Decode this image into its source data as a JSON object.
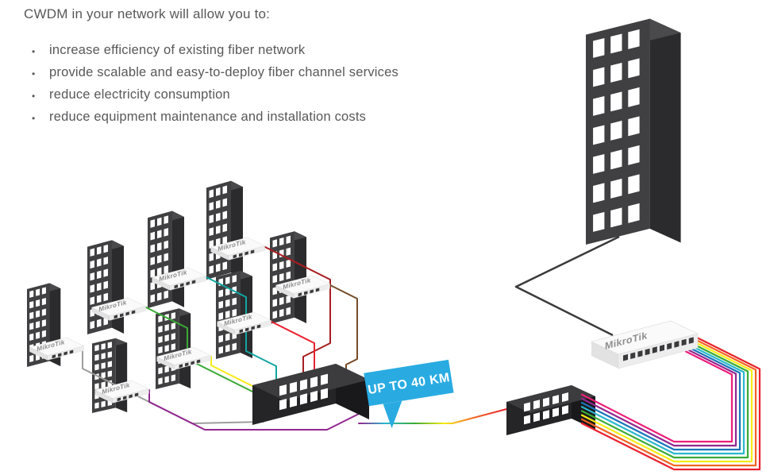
{
  "header": {
    "title": "CWDM in your network will allow you to:",
    "bullets": [
      "increase efficiency of existing fiber network",
      "provide scalable and easy-to-deploy fiber channel services",
      "reduce electricity consumption",
      "reduce equipment maintenance and installation costs"
    ]
  },
  "diagram": {
    "brand": "MikroTik",
    "distance_badge": "UP TO 40 KM",
    "colors": {
      "text": "#58585a",
      "background": "#ffffff",
      "building_front": "#404042",
      "building_side": "#2b2b2d",
      "building_roof": "#4a4a4c",
      "window": "#ffffff",
      "device_top": "#fafafa",
      "device_side": "#e2e2e2",
      "device_text": "#8f8f91",
      "mux_front": "#252527",
      "mux_side": "#19191b",
      "mux_top": "#3c3c3e",
      "port": "#ffffff",
      "badge": "#29abe2",
      "badge_text": "#ffffff",
      "link_dark": "#3a3a3c",
      "fiber": [
        "#e8212e",
        "#f26522",
        "#f7ec13",
        "#3aaa35",
        "#29b8ce",
        "#1b75bb",
        "#93278f",
        "#ed1e79"
      ],
      "cluster_fibers": [
        "#9d9d9c",
        "#93278f",
        "#3aaa35",
        "#12a5a0",
        "#a81d22",
        "#e8212e",
        "#f7ec13",
        "#754c29"
      ],
      "trunk_gradient": [
        "#93278f",
        "#29b8ce",
        "#3aaa35",
        "#f7ec13",
        "#f26522",
        "#e8212e"
      ]
    }
  }
}
